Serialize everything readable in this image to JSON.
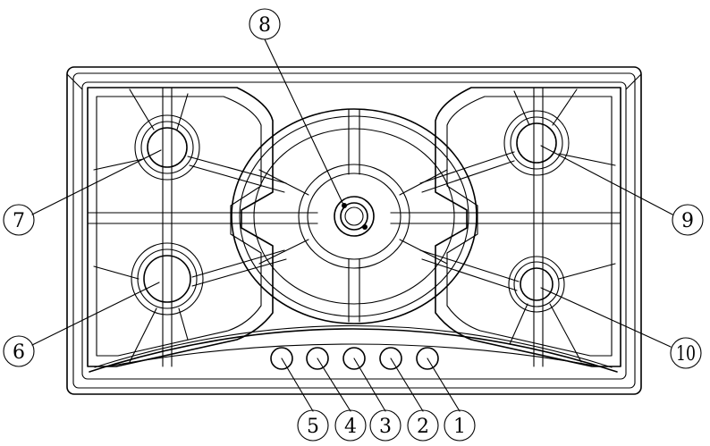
{
  "callouts": [
    {
      "id": "1",
      "label": "1",
      "part": "knob"
    },
    {
      "id": "2",
      "label": "2",
      "part": "knob"
    },
    {
      "id": "3",
      "label": "3",
      "part": "knob"
    },
    {
      "id": "4",
      "label": "4",
      "part": "knob"
    },
    {
      "id": "5",
      "label": "5",
      "part": "knob"
    },
    {
      "id": "6",
      "label": "6",
      "part": "burner"
    },
    {
      "id": "7",
      "label": "7",
      "part": "burner"
    },
    {
      "id": "8",
      "label": "8",
      "part": "burner"
    },
    {
      "id": "9",
      "label": "9",
      "part": "burner"
    },
    {
      "id": "10",
      "label": "10",
      "part": "burner"
    }
  ]
}
